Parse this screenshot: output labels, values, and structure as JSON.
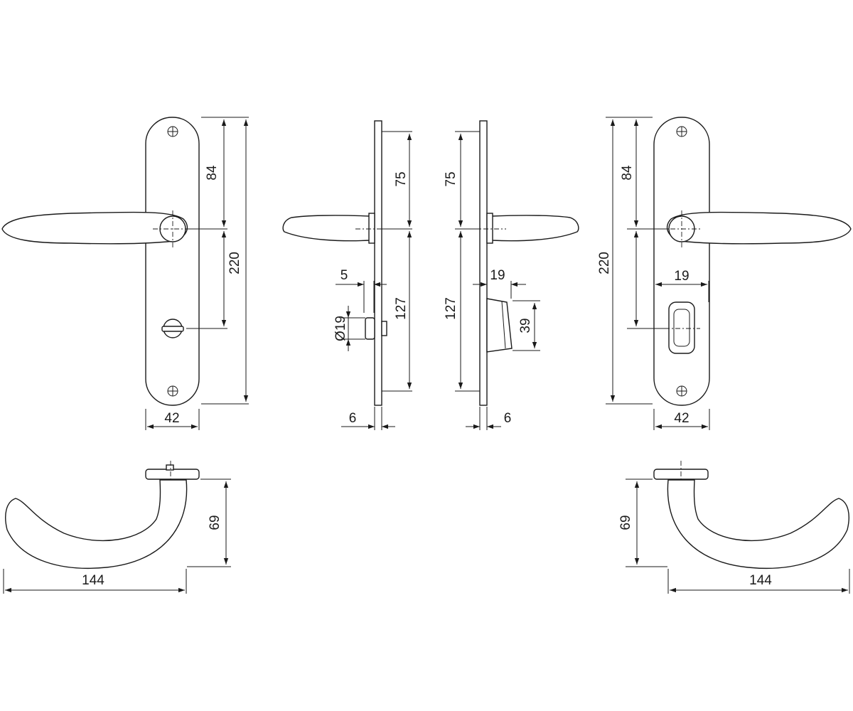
{
  "colors": {
    "line": "#1a1a1a",
    "background": "#ffffff"
  },
  "dimensions": {
    "front_left": {
      "top_to_axis": "84",
      "total_height": "220",
      "plate_width": "42"
    },
    "side_left": {
      "top_to_axis": "75",
      "axis_to_keyhole": "127",
      "plate_thickness": "6",
      "key_offset": "5",
      "cylinder_diameter": "Ø19"
    },
    "side_right": {
      "top_to_axis": "75",
      "axis_to_keyhole": "127",
      "plate_thickness": "6",
      "turn_width": "19",
      "turn_height": "39"
    },
    "front_right": {
      "top_to_axis": "84",
      "total_height": "220",
      "plate_width": "42",
      "turn_width": "19"
    },
    "top_left": {
      "projection": "69",
      "lever_length": "144"
    },
    "top_right": {
      "projection": "69",
      "lever_length": "144"
    }
  }
}
